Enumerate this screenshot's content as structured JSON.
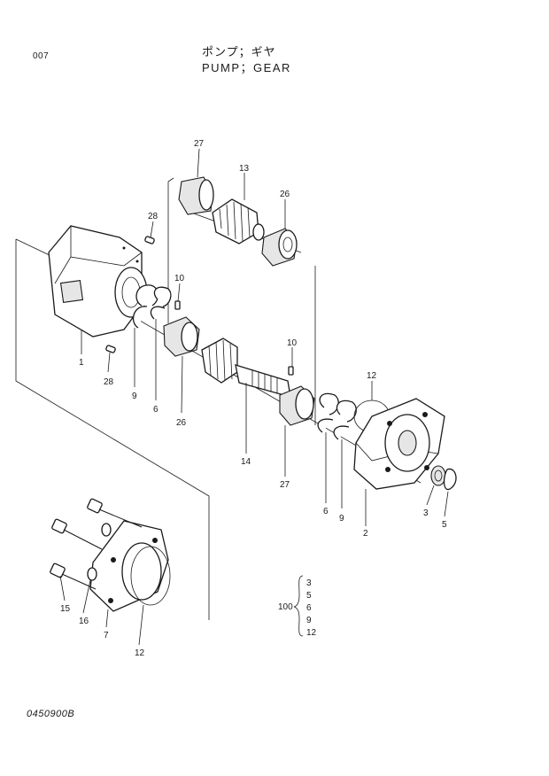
{
  "header": {
    "page_number": "007",
    "title_jp": "ポンプ；ギヤ",
    "title_en": "PUMP；GEAR"
  },
  "footer": {
    "doc_code": "0450900B"
  },
  "callouts": {
    "c27_top": "27",
    "c13": "13",
    "c26_top": "26",
    "c28_top": "28",
    "c10_left": "10",
    "c1": "1",
    "c28_bottom": "28",
    "c9_left": "9",
    "c6_left": "6",
    "c26_bottom": "26",
    "c10_right": "10",
    "c14": "14",
    "c27_bottom": "27",
    "c12_right": "12",
    "c6_right": "6",
    "c9_right": "9",
    "c2": "2",
    "c3": "3",
    "c5": "5",
    "c15": "15",
    "c16": "16",
    "c7": "7",
    "c12_bottom": "12"
  },
  "kit": {
    "label": "100",
    "items": [
      "3",
      "5",
      "6",
      "9",
      "12"
    ]
  }
}
